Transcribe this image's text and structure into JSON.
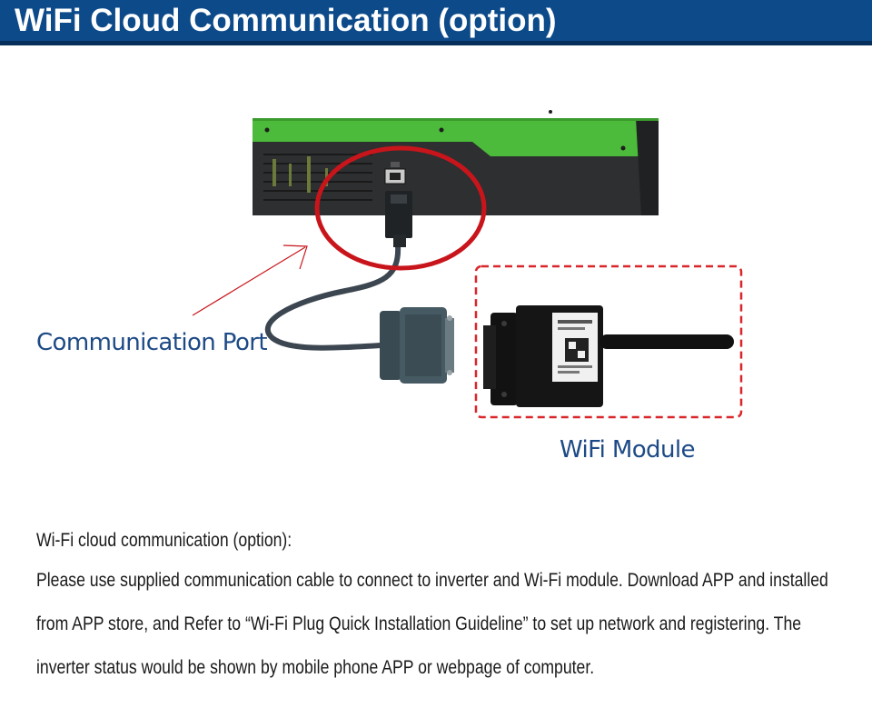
{
  "header": {
    "title": "WiFi Cloud Communication (option)"
  },
  "diagram": {
    "labels": {
      "communication_port": "Communication Port",
      "wifi_module": "WiFi Module"
    },
    "colors": {
      "header_bg": "#0c4a8a",
      "inverter_green": "#4cba3a",
      "inverter_body": "#2d2f31",
      "highlight_circle": "#c8151b",
      "callout_box": "#d9262b",
      "label_text": "#1d4a86"
    },
    "icons": [
      "inverter",
      "rj45-plug",
      "db9-connector",
      "wifi-dongle",
      "arrow"
    ]
  },
  "description": {
    "heading": "Wi-Fi cloud communication (option):",
    "lines": [
      "Please use supplied communication cable to connect to inverter and Wi-Fi module. Download APP and installed",
      "from APP store, and Refer to “Wi-Fi Plug Quick Installation Guideline” to set up network and registering. The",
      "inverter status would be shown by mobile phone APP or webpage of computer."
    ]
  }
}
